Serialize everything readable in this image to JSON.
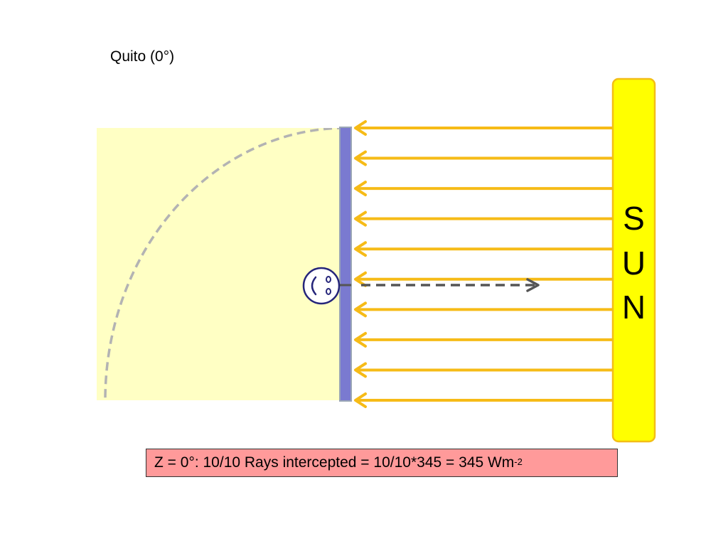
{
  "location_title": "Quito (0°)",
  "sun": {
    "letters": [
      "S",
      "U",
      "N"
    ]
  },
  "formula": {
    "text": "Z = 0°: 10/10 Rays intercepted = 10/10*345 = 345 Wm",
    "superscript": "-2"
  },
  "rays": {
    "total": 10,
    "intercepted": 10
  },
  "colors": {
    "ground_fill": "#ffffc4",
    "ray": "#f6bb17",
    "sun_fill": "#ffff00",
    "sun_border": "#f3be16",
    "surface_bar": "#7a7ad0",
    "surface_border": "#9aa6b6",
    "horizon_arc": "#b3b3b3",
    "observer_ring": "#25257a",
    "zenith_arrow": "#555555",
    "formula_bg": "#ff9a9a"
  },
  "icons": {
    "observer": "smiley-face-icon"
  }
}
